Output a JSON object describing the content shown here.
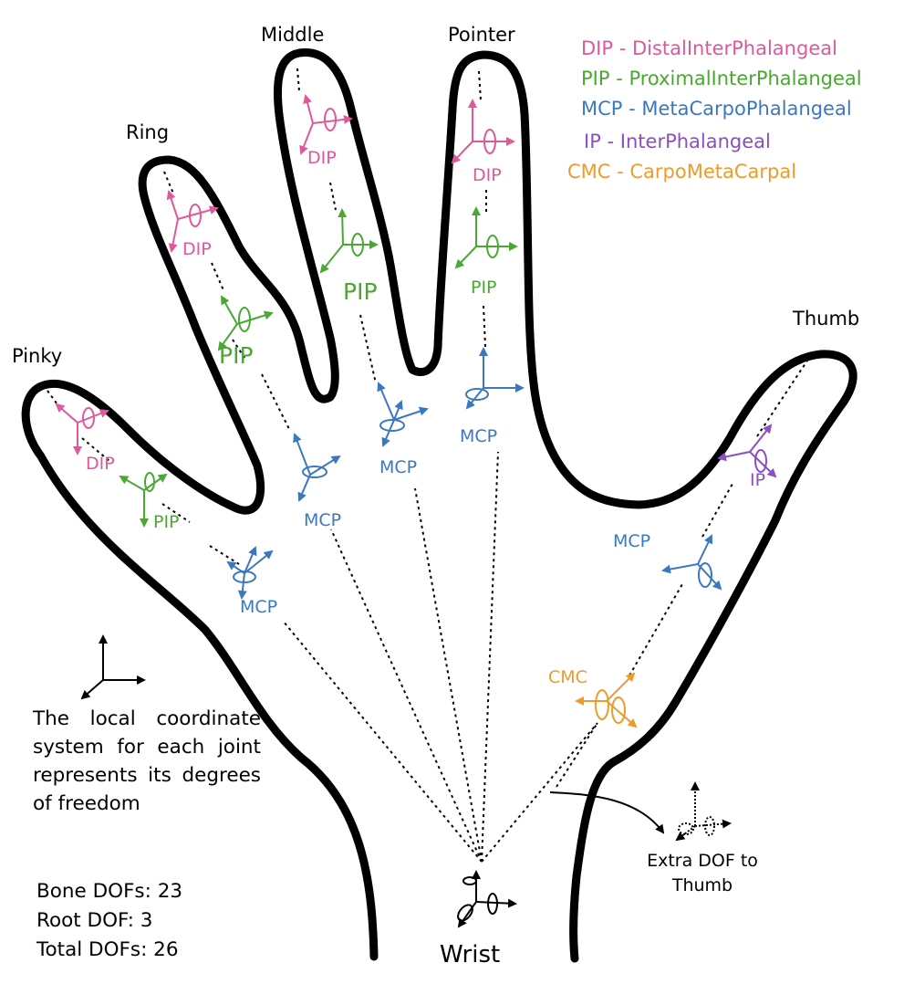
{
  "fingers": {
    "pinky": "Pinky",
    "ring": "Ring",
    "middle": "Middle",
    "pointer": "Pointer",
    "thumb": "Thumb"
  },
  "legend": {
    "dip": "DIP - DistalInterPhalangeal",
    "pip": "PIP - ProximalInterPhalangeal",
    "mcp": "MCP - MetaCarpoPhalangeal",
    "ip": "IP - InterPhalangeal",
    "cmc": "CMC - CarpoMetaCarpal"
  },
  "joints": {
    "dip": "DIP",
    "pip": "PIP",
    "mcp": "MCP",
    "ip": "IP",
    "cmc": "CMC"
  },
  "colors": {
    "dip": "#e0589b",
    "pip": "#4aa832",
    "mcp": "#3a78c0",
    "ip": "#8a4fc0",
    "cmc": "#ef9a2c",
    "outline": "#000000"
  },
  "note": "The local coordinate system for each joint represents its degrees of freedom",
  "stats": {
    "bone": "Bone DOFs: 23",
    "root": "Root DOF: 3",
    "total": "Total DOFs: 26"
  },
  "wrist": "Wrist",
  "extra_dof": "Extra DOF to Thumb"
}
